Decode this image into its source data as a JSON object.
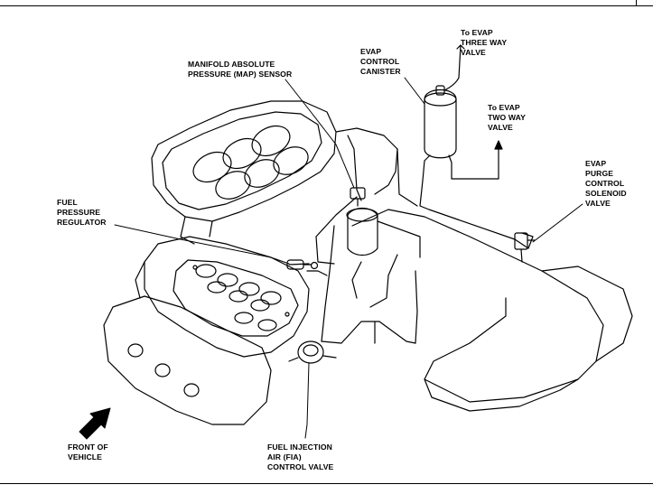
{
  "labels": {
    "map_sensor": "MANIFOLD ABSOLUTE\nPRESSURE (MAP) SENSOR",
    "evap_canister": "EVAP\nCONTROL\nCANISTER",
    "to_three_way": "To EVAP\nTHREE WAY\nVALVE",
    "to_two_way": "To EVAP\nTWO WAY\nVALVE",
    "purge_valve": "EVAP\nPURGE\nCONTROL\nSOLENOID\nVALVE",
    "fuel_regulator": "FUEL\nPRESSURE\nREGULATOR",
    "fia_valve": "FUEL INJECTION\nAIR (FIA)\nCONTROL VALVE",
    "front_of_vehicle": "FRONT OF\nVEHICLE"
  },
  "colors": {
    "line": "#000000",
    "background": "#ffffff"
  }
}
